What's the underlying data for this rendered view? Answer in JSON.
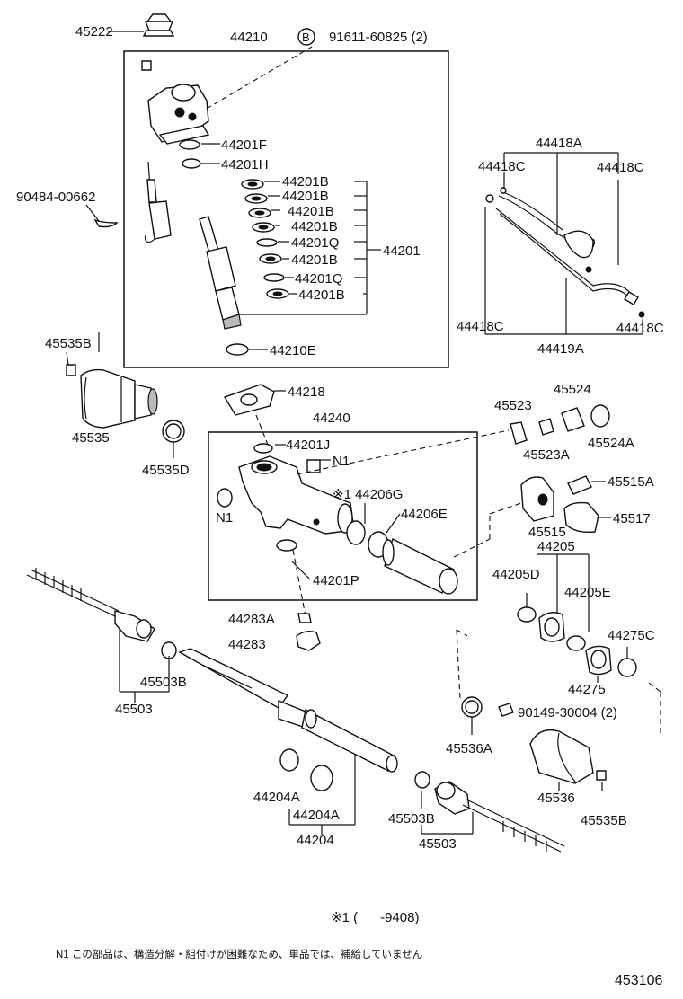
{
  "diagram_code": "453106",
  "notes": {
    "footnote_mark": "※1 (      -9408)",
    "n1_note": "N1 この部品は、構造分解・組付けが困難なため、単品では、補給していません"
  },
  "labels": {
    "p45222": "45222",
    "p44210": "44210",
    "b_mark": "B",
    "p91611": "91611-60825 (2)",
    "p44201F": "44201F",
    "p44201H": "44201H",
    "p90484": "90484-00662",
    "p44201B_1": "44201B",
    "p44201B_2": "44201B",
    "p44201B_3": "44201B",
    "p44201B_4": "44201B",
    "p44201Q_1": "44201Q",
    "p44201B_5": "44201B",
    "p44201Q_2": "44201Q",
    "p44201B_6": "44201B",
    "p44201": "44201",
    "p44210E": "44210E",
    "p44418A": "44418A",
    "p44418C_1": "44418C",
    "p44418C_2": "44418C",
    "p44418C_3": "44418C",
    "p44418C_4": "44418C",
    "p44419A": "44419A",
    "p45535B_1": "45535B",
    "p45535": "45535",
    "p45535D": "45535D",
    "p44218": "44218",
    "p44240": "44240",
    "p44201J": "44201J",
    "n1_a": "N1",
    "n1_b": "N1",
    "p44206G": "※1 44206G",
    "p44206E": "44206E",
    "p44201P": "44201P",
    "p45523": "45523",
    "p45524": "45524",
    "p45523A": "45523A",
    "p45524A": "45524A",
    "p45515A": "45515A",
    "p45515": "45515",
    "p45517": "45517",
    "p44205": "44205",
    "p44205D": "44205D",
    "p44205E": "44205E",
    "p44275C": "44275C",
    "p44275": "44275",
    "p44283A": "44283A",
    "p44283": "44283",
    "p45503B_1": "45503B",
    "p45503_1": "45503",
    "p90149": "90149-30004 (2)",
    "p45536A": "45536A",
    "p45536": "45536",
    "p45535B_2": "45535B",
    "p44204A_1": "44204A",
    "p44204A_2": "44204A",
    "p44204": "44204",
    "p45503B_2": "45503B",
    "p45503_2": "45503"
  }
}
